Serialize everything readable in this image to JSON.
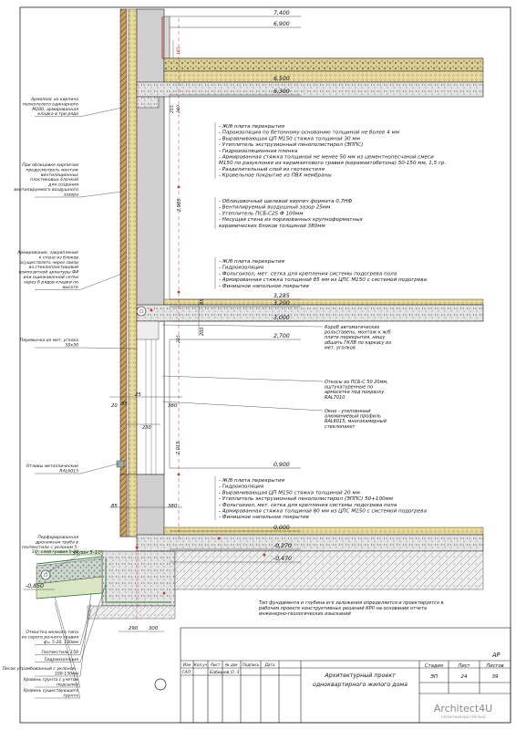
{
  "levels": [
    "7,400",
    "6,900",
    "6,500",
    "6,300",
    "3,285",
    "3,200",
    "3,000",
    "2,700",
    "0,900",
    "0,000",
    "-0,270",
    "-0,470",
    "-0,850"
  ],
  "left_notes": [
    [
      "Армопояс из кирпича",
      "полнотелого одинарного",
      "М200, армированная",
      "кладка в три ряда"
    ],
    [
      "При облицовке кирпичом",
      "предусмотреть монтаж",
      "вентиляционных",
      "пластиковых ёлочкой",
      "для создания",
      "вентилируемого воздушного",
      "зазора"
    ],
    [
      "Армирование, закрепление",
      "к стене из блоков",
      "осуществлять через связи",
      "из стеклопластиковой",
      "композитной арматуры Ф4",
      "или оцинкованной сетки",
      "через 6 рядов кладки по",
      "высоте"
    ],
    [
      "Перемычка из мет. уголка",
      "50х50"
    ],
    [
      "Отливы металлические",
      "RAL6015"
    ],
    [
      "Перфорированная",
      "дренажная труба в",
      "геотекстиле с уклоном 5-",
      "10', слой гравия 5-20"
    ],
    [
      "Отмостка мелкого типа",
      "из серого речного гравия",
      "ф= 5-20, 100мм"
    ],
    [
      "Геотекстиль 150"
    ],
    [
      "Гидроизоляция"
    ],
    [
      "Песок утрамбованный с уклоном -",
      "100-150мм"
    ],
    [
      "Уровень грунта с учетом",
      "подсыпки"
    ],
    [
      "Уровень существующего",
      "грунта"
    ]
  ],
  "slope_label": "уклон 5-10'",
  "spec_blocks": [
    [
      "- Ж/б плита перекрытия",
      "- Пароизоляция по бетонному основанию толщиной не более 4 мм",
      "- Выравнивающая ЦП М150 стяжка толщиной 30 мм",
      "- Утеплитель экструзионный пенополистирол (ЭППС)",
      "- Гидроизоляционная пленка",
      "- Армированная стяжка толщиной не менее 50 мм из цементнопесчаной смеси",
      "М150 по разуклонке из керамзитового гравия (керамзитобетона) 50-150 мм, 1,5 гр.",
      "- Разделительный слой из геотекстиля",
      "- Кровельное покрытие из ПВХ мембраны"
    ],
    [
      "- Облицовочный щелевой кирпич формата 0,7НФ",
      "- Вентилируемый воздушный зазор 25мм",
      "- Утеплитель ПСБ-С25 Ф 100мм",
      "- Несущая стена из поризованных крупноформатных",
      "керамических блоков толщиной 380мм"
    ],
    [
      "- Ж/б плита перекрытия",
      "- Гидроизоляция",
      "- Фольгоизол, мет. сетка для крепления системы подогрева пола",
      "- Армированная стяжка толщиной 85 мм из ЦПС М150 с системой подогрева",
      "- Финишное напольное покрытие"
    ],
    [
      "- Ж/б плита перекрытия",
      "- Гидроизоляция",
      "- Выравнивающая ЦП М150 стяжка толщиной 20 мм",
      "- Утеплитель экструзионный пенополистирол (ЭППС) 50+100мм",
      "- Фольгоизол, мет. сетка для крепления системы подогрева пола",
      "- Армированная стяжка толщиной 80 мм из ЦПС М150 с системой подогрева",
      "- Финишное напольное покрытие"
    ]
  ],
  "right_notes": [
    [
      "Короб автоматических",
      "рольставень, монтаж к ж/б",
      "плите перекрытия, нишу",
      "обшить ГКЛВ по каркасу из",
      "мет. уголков"
    ],
    [
      "Откосы из ПСБ-С 50 20мм,",
      "оштукатуренные по",
      "армосетке под покраску",
      "RAL7010"
    ],
    [
      "Окно - утепленный",
      "алюминиевый профиль",
      "RAL6015, многокамерный",
      "стеклопакет"
    ]
  ],
  "foundation_note": [
    "Тип фундамента и глубина его заложения определяется и проектируется в",
    "рабочем проекте конструктивных решений КР0 на основании отчета",
    "инженерно-геологических изысканий"
  ],
  "dimensions": {
    "top_height": "165",
    "upper_block": "240",
    "a1": "215",
    "wall_height": "2,985",
    "b1": "85",
    "b2": "200",
    "c1": "215",
    "gap": "25",
    "w1": "20",
    "w2": "85",
    "w3": "380",
    "window_w": "230",
    "window_h": "2,015",
    "base1": "85",
    "base2": "380",
    "bottom1": "290",
    "bottom2": "300"
  },
  "callout": "1",
  "title_block": {
    "code": "АР",
    "headers": [
      "Изм",
      "Кол.уч",
      "Лист",
      "№ док",
      "Подпись",
      "Дата"
    ],
    "gap_label": "ГАП",
    "gap_name": "Бабишов О. З",
    "project_title": [
      "Архитектурный проект",
      "одноквартирного жилого дома"
    ],
    "col_heads": [
      "Стадия",
      "Лист",
      "Листов"
    ],
    "col_vals": [
      "ЭП",
      "24",
      "39"
    ]
  },
  "watermark": {
    "text": "Architect4U",
    "sub": "ПРОЕКТНАЯ МАСТЕРСКАЯ"
  }
}
